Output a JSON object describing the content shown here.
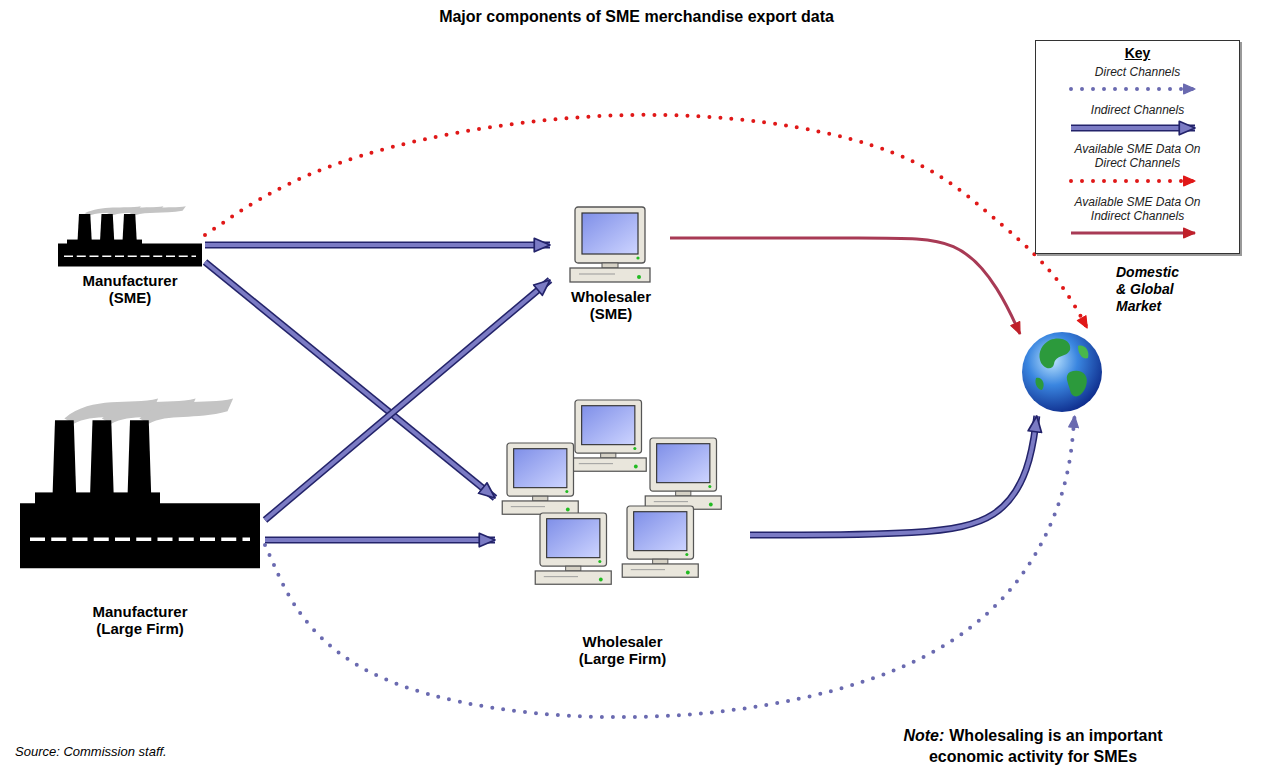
{
  "diagram": {
    "title": "Major components of SME merchandise export data",
    "nodes": [
      {
        "text": [
          "Manufacturer (SME)"
        ]
      },
      {
        "text": [
          "Wholesaler (SME)"
        ]
      },
      {
        "text": [
          "Domestic & Global Market"
        ]
      },
      {
        "text": [
          "Manufacturer (Large Firm)"
        ]
      },
      {
        "text": [
          "Wholesaler (Large Firm)"
        ]
      }
    ],
    "edges": [
      {
        "from": 0,
        "to": 1,
        "arrow": "to"
      },
      {
        "from": 0,
        "to": 4,
        "arrow": "to"
      },
      {
        "from": 3,
        "to": 1,
        "arrow": "to"
      },
      {
        "from": 3,
        "to": 4,
        "arrow": "to"
      },
      {
        "from": 1,
        "to": 2,
        "arrow": "to"
      },
      {
        "from": 4,
        "to": 2,
        "arrow": "to"
      },
      {
        "from": 0,
        "to": 2,
        "arrow": "to"
      },
      {
        "from": 3,
        "to": 2,
        "arrow": "to"
      }
    ],
    "labels": [
      "Key",
      "Note:",
      "Wholesaling is an important economic activity for SMEs",
      "Source: Commission staff."
    ],
    "legend": [
      {
        "text": "Direct Channels"
      },
      {
        "text": "Indirect Channels"
      },
      {
        "text": "Available SME Data On Direct Channels"
      },
      {
        "text": "Available SME Data On Indirect Channels"
      }
    ]
  }
}
